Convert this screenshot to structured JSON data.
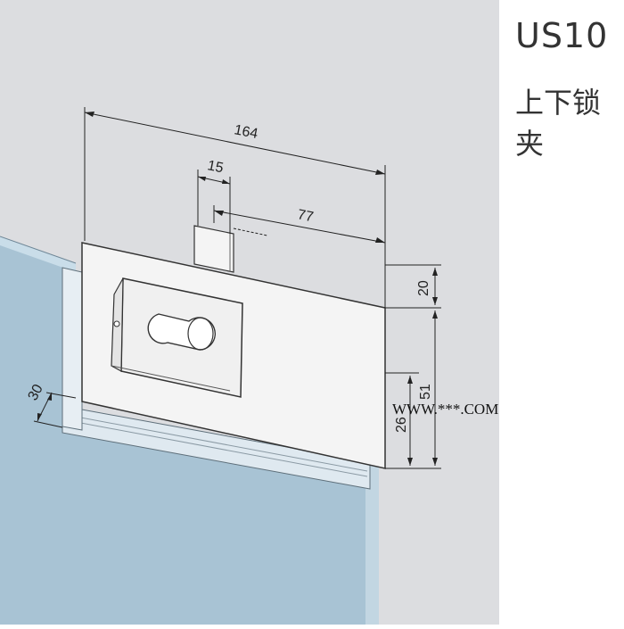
{
  "model": "US10",
  "product_name": "上下锁夹",
  "dimensions": {
    "length": "164",
    "width": "15",
    "offset": "77",
    "top_height": "20",
    "total_height": "51",
    "lower_height": "26",
    "depth": "30"
  },
  "watermark": "WWW.***.COM",
  "colors": {
    "background_wall": "#dcdde0",
    "glass": "#a8c3d4",
    "glass_edge": "#c9dde9",
    "metal": "#f4f4f4",
    "line": "#222222"
  }
}
